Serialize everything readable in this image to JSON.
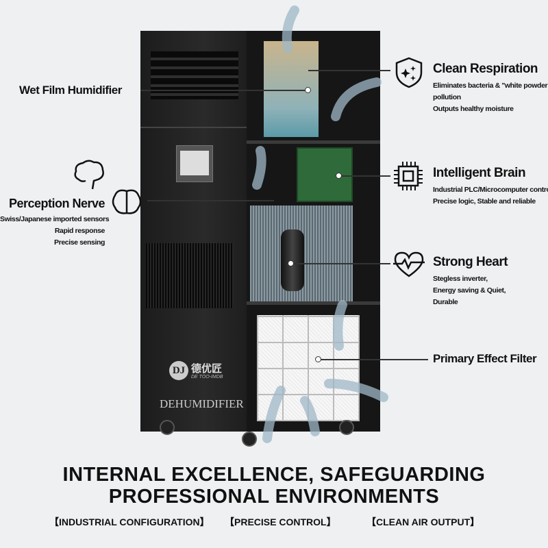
{
  "callouts": {
    "wet_film": {
      "title": "Wet Film Humidifier"
    },
    "perception": {
      "title": "Perception Nerve",
      "lines": [
        "Swiss/Japanese imported sensors",
        "Rapid response",
        "Precise sensing"
      ]
    },
    "clean": {
      "title": "Clean Respiration",
      "lines": [
        "Eliminates bacteria & \"white powder\"",
        "pollution",
        "Outputs healthy moisture"
      ]
    },
    "brain": {
      "title": "Intelligent Brain",
      "lines": [
        "Industrial PLC/Microcomputer control,",
        "Precise logic, Stable and reliable"
      ]
    },
    "heart": {
      "title": "Strong Heart",
      "lines": [
        "Stegless inverter,",
        "Energy saving & Quiet,",
        "Durable"
      ]
    },
    "filter": {
      "title": "Primary Effect Filter"
    }
  },
  "product": {
    "brand_mark": "DJ",
    "brand_cn": "德优匠",
    "brand_en": "DE TOO-IMDB",
    "model_label": "DEHUMIDIFIER"
  },
  "headline": {
    "line1": "INTERNAL EXCELLENCE, SAFEGUARDING",
    "line2": "PROFESSIONAL ENVIRONMENTS"
  },
  "tags": [
    "【INDUSTRIAL CONFIGURATION】",
    "【PRECISE CONTROL】",
    "【CLEAN AIR OUTPUT】"
  ]
}
